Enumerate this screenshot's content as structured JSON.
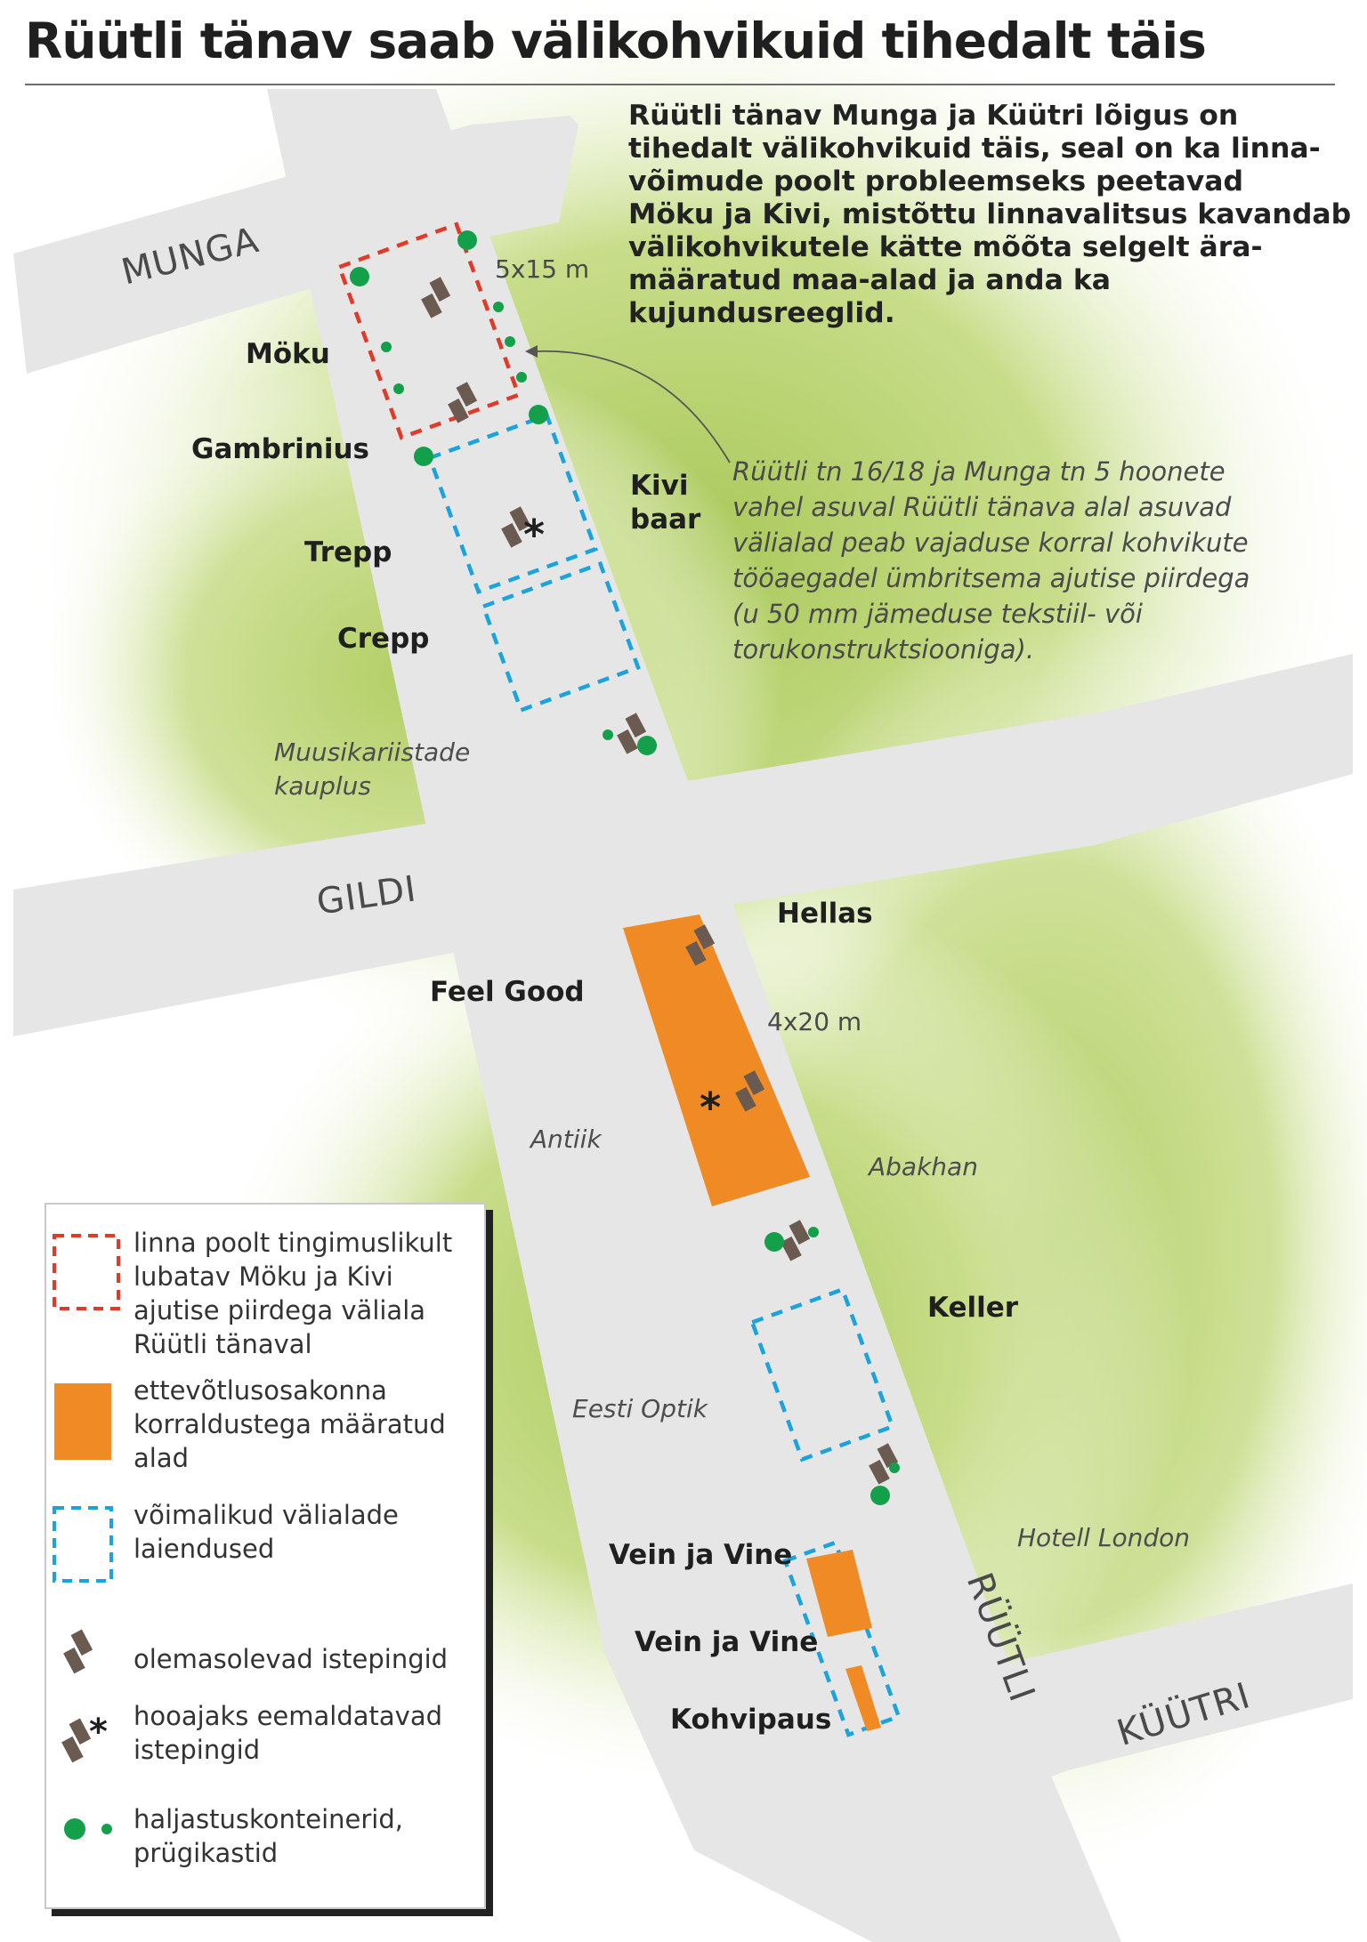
{
  "title": "Rüütli tänav saab välikohvikuid tihedalt täis",
  "intro": "Rüütli tänav Munga ja Küütri lõigus on\ntihedalt välikohvikuid täis, seal on ka linna-\nvõimude poolt probleemseks peetavad\nMöku ja Kivi, mistõttu linnavalitsus kavandab\nvälikohvikutele kätte mõõta selgelt ära-\nmääratud maa-alad ja anda ka kujundusreeglid.",
  "note": "Rüütli tn 16/18 ja Munga tn 5 hoonete\nvahel asuval Rüütli tänava alal asuvad\nvälialad peab vajaduse korral kohvikute\ntööaegadel ümbritsema ajutise piirdega\n(u 50 mm jämeduse tekstiil- või\ntorukonstruktsiooniga).",
  "streets": {
    "munga": "MUNGA",
    "gildi": "GILDI",
    "ruutli": "RÜÜTLI",
    "kuutri": "KÜÜTRI"
  },
  "dimensions": {
    "north": "5x15 m",
    "south": "4x20 m"
  },
  "cafes": {
    "moku": "Möku",
    "gambrinius": "Gambrinius",
    "kivi": "Kivi\nbaar",
    "trepp": "Trepp",
    "crepp": "Crepp",
    "hellas": "Hellas",
    "feel_good": "Feel Good",
    "keller": "Keller",
    "vein_ja_vine_1": "Vein ja Vine",
    "vein_ja_vine_2": "Vein ja Vine",
    "kohvipaus": "Kohvipaus"
  },
  "shops": {
    "muusikariistade": "Muusikariistade\nkauplus",
    "antiik": "Antiik",
    "abakhan": "Abakhan",
    "eesti_optik": "Eesti Optik",
    "hotell_london": "Hotell London"
  },
  "legend": {
    "red_dashed": "linna poolt tingimuslikult\nlubatav Möku ja Kivi\najutise piirdega väliala\nRüütli tänaval",
    "orange": "ettevõtlusosakonna\nkorraldustega määratud\nalad",
    "blue_dashed": "võimalikud välialade\nlaiendused",
    "benches": "olemasolevad istepingid",
    "benches_removed": "hooajaks eemaldatavad\nistepingid",
    "green_dots": "haljastuskonteinerid,\nprügikastid"
  },
  "colors": {
    "road": "#e6e6e6",
    "green_area": "#c9dd8a",
    "orange": "#f08a25",
    "red_dash": "#e03a28",
    "blue_dash": "#1aa3dd",
    "bench": "#6b5a50",
    "dot": "#14a04a"
  }
}
